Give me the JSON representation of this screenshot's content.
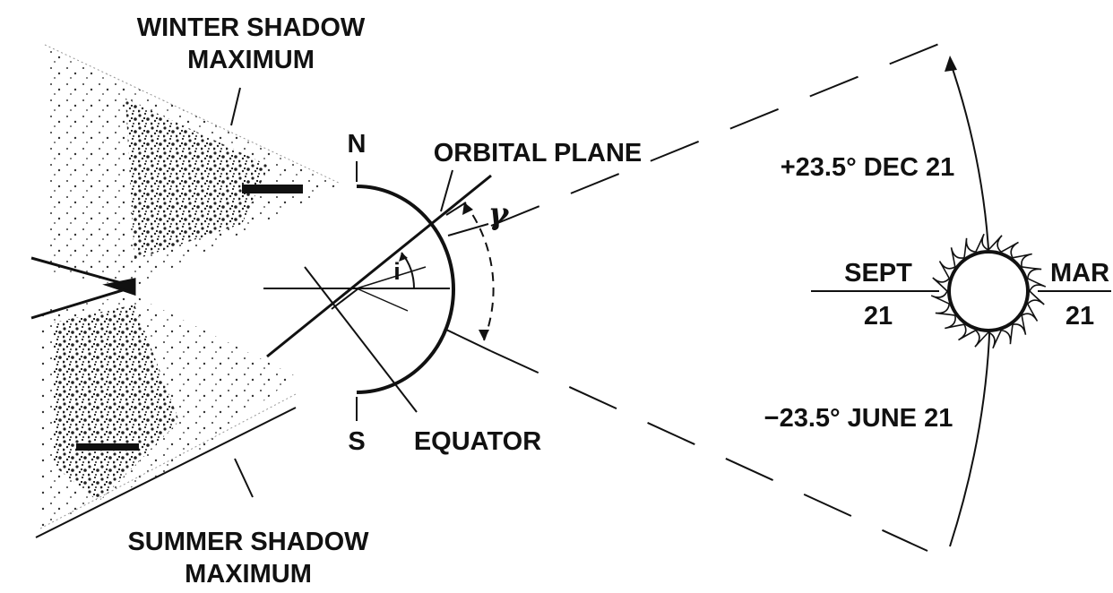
{
  "labels": {
    "winter_shadow_line1": "WINTER SHADOW",
    "winter_shadow_line2": "MAXIMUM",
    "summer_shadow_line1": "SUMMER SHADOW",
    "summer_shadow_line2": "MAXIMUM",
    "north": "N",
    "south": "S",
    "orbital_plane": "ORBITAL PLANE",
    "equator": "EQUATOR",
    "inclination": "i",
    "gamma": "γ",
    "dec21": "+23.5° DEC 21",
    "june21": "−23.5° JUNE 21",
    "sept_line1": "SEPT",
    "sept_line2": "21",
    "mar_line1": "MAR",
    "mar_line2": "21"
  },
  "colors": {
    "ink": "#111111",
    "background": "#ffffff"
  }
}
